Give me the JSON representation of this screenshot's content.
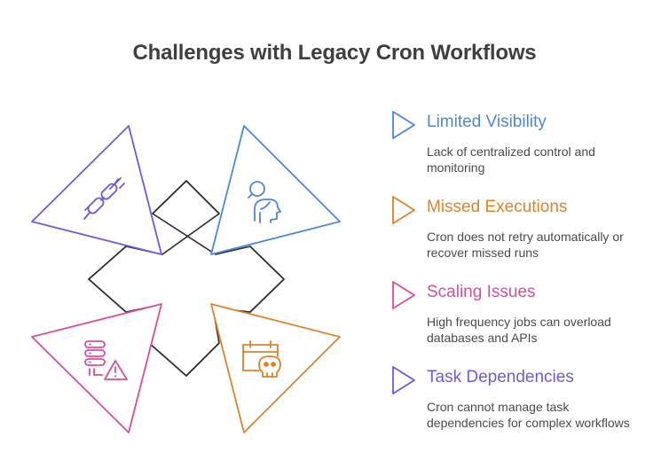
{
  "title": "Challenges with Legacy Cron Workflows",
  "colors": {
    "blue": "#4d86dc",
    "orange": "#e08227",
    "pink": "#d94d9e",
    "purple": "#7358de",
    "outline": "#2f2f2f",
    "title": "#3f3f3f",
    "body_text": "#4a4a4a"
  },
  "challenges": [
    {
      "heading": "Limited Visibility",
      "description": "Lack of centralized control and monitoring",
      "color": "#4d86dc",
      "icon": "person-search-icon"
    },
    {
      "heading": "Missed Executions",
      "description": "Cron does not retry automatically or recover missed runs",
      "color": "#e08227",
      "icon": "calendar-skull-icon"
    },
    {
      "heading": "Scaling Issues",
      "description": "High frequency jobs can overload databases and APIs",
      "color": "#d94d9e",
      "icon": "server-warning-icon"
    },
    {
      "heading": "Task Dependencies",
      "description": "Cron cannot manage task dependencies for complex workflows",
      "color": "#7358de",
      "icon": "broken-chain-icon"
    }
  ]
}
